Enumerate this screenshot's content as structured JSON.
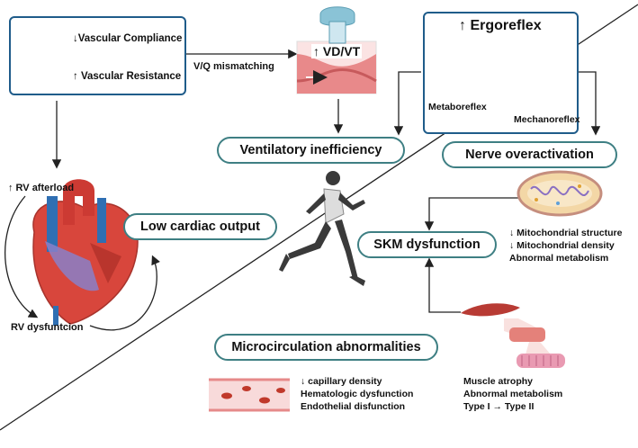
{
  "vascular": {
    "compliance": "↓Vascular Compliance",
    "resistance": "↑ Vascular Resistance"
  },
  "vq": {
    "mismatch": "V/Q mismatching",
    "vdvt": "↑ VD/VT"
  },
  "ergoreflex": {
    "title": "↑ Ergoreflex",
    "metaboreflex": "Metaboreflex",
    "mechanoreflex": "Mechanoreflex"
  },
  "outcomes": {
    "ventilatory": "Ventilatory inefficiency",
    "nerve": "Nerve overactivation",
    "low_output": "Low cardiac output",
    "skm": "SKM dysfunction",
    "microcirculation": "Microcirculation abnormalities"
  },
  "heart": {
    "afterload": "↑ RV afterload",
    "dysfunction": "RV dysfuntcion"
  },
  "mito": {
    "structure": "↓ Mitochondrial structure",
    "density": "↓ Mitochondrial density",
    "metabolism": "Abnormal metabolism"
  },
  "muscle": {
    "atrophy": "Muscle atrophy",
    "metabolism": "Abnormal metabolism",
    "fiber": "Type I → Type II"
  },
  "capillary": {
    "density": "↓ capillary density",
    "hematologic": "Hematologic dysfunction",
    "endothelial": "Endothelial disfunction"
  },
  "colors": {
    "teal_outline": "#3e7f83",
    "box_outline": "#1f5c8a",
    "vessel_red": "#c0392b",
    "heart_red": "#d8463c",
    "vein_blue": "#2f6fb3"
  }
}
